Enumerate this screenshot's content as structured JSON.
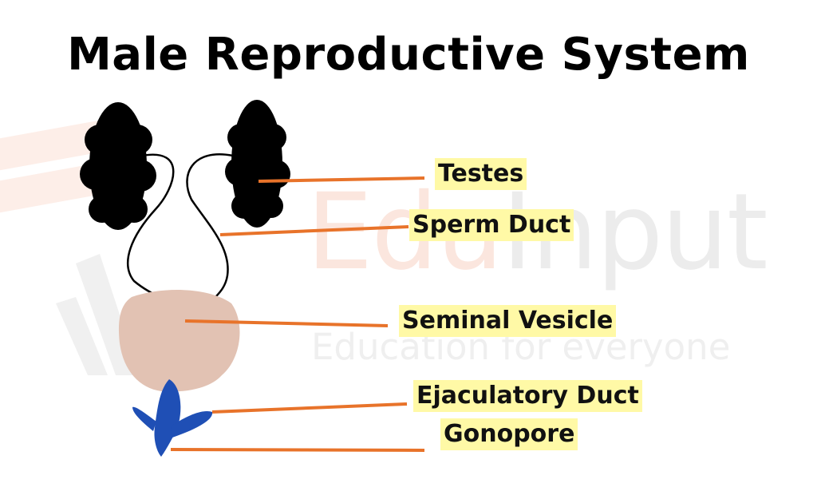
{
  "title": "Male Reproductive System",
  "watermark": {
    "brand_part1": "Edu",
    "brand_part2": "Input",
    "tagline": "Education for everyone"
  },
  "labels": {
    "testes": "Testes",
    "sperm_duct": "Sperm Duct",
    "seminal_vesicle": "Seminal Vesicle",
    "ejaculatory_duct": "Ejaculatory Duct",
    "gonopore": "Gonopore"
  },
  "colors": {
    "leader_line": "#e8732a",
    "label_highlight": "#fff9a6",
    "testes_fill": "#000000",
    "seminal_vesicle_fill": "#e2c2b3",
    "ejaculatory_duct_fill": "#1f4fb5"
  }
}
